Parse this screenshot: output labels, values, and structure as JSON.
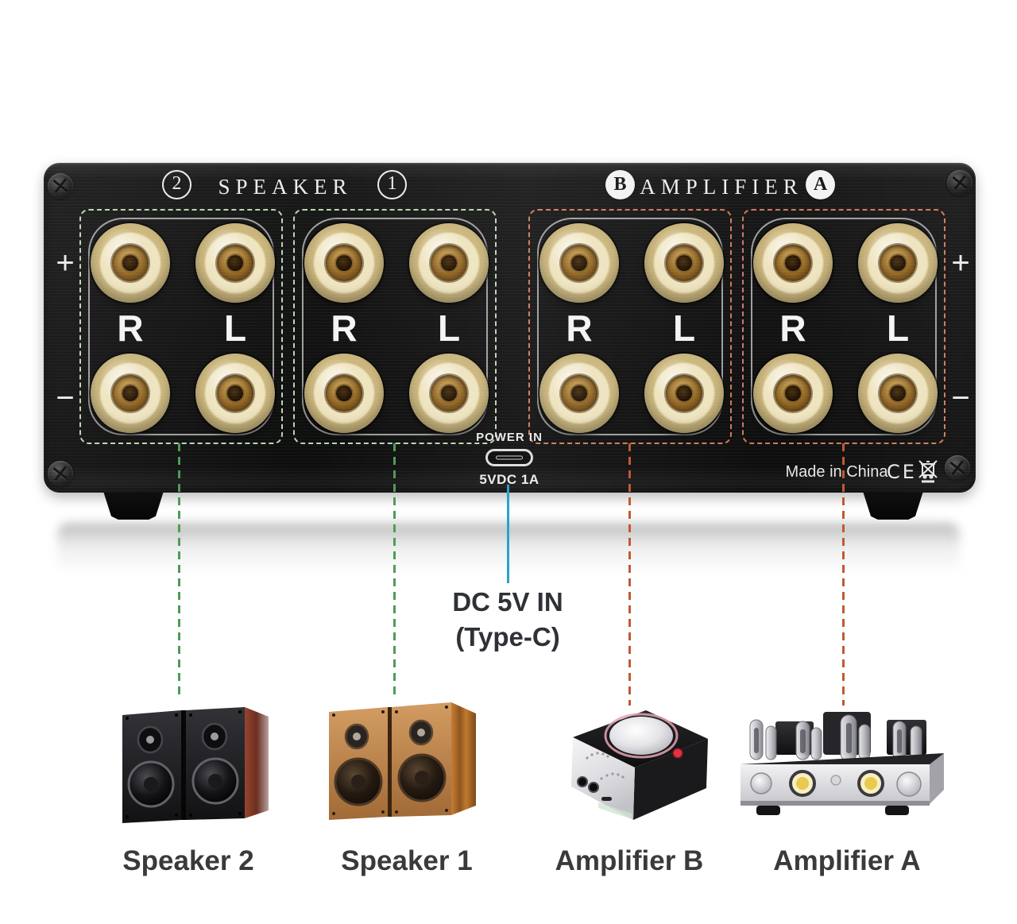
{
  "panel": {
    "speaker_section": {
      "left_badge": "2",
      "title": "SPEAKER",
      "right_badge": "1"
    },
    "amplifier_section": {
      "left_badge": "B",
      "title": "AMPLIFIER",
      "right_badge": "A"
    },
    "polarity_plus": "+",
    "polarity_minus": "−",
    "groups": [
      {
        "name": "speaker-2",
        "right_label": "R",
        "left_label": "L"
      },
      {
        "name": "speaker-1",
        "right_label": "R",
        "left_label": "L"
      },
      {
        "name": "amplifier-b",
        "right_label": "R",
        "left_label": "L"
      },
      {
        "name": "amplifier-a",
        "right_label": "R",
        "left_label": "L"
      }
    ],
    "power": {
      "label": "POWER IN",
      "rating": "5VDC 1A"
    },
    "origin": {
      "text": "Made in China",
      "ce": "CE"
    }
  },
  "callouts": {
    "dc_line1": "DC 5V IN",
    "dc_line2": "(Type-C)"
  },
  "products": [
    {
      "label": "Speaker 2"
    },
    {
      "label": "Speaker 1"
    },
    {
      "label": "Amplifier B"
    },
    {
      "label": "Amplifier A"
    }
  ],
  "colors": {
    "speaker_accent": "#4d9c59",
    "amplifier_accent": "#c05a31",
    "power_accent": "#2aa3c8",
    "binding_post_gold": "#d8c084",
    "panel_black": "#131313"
  }
}
